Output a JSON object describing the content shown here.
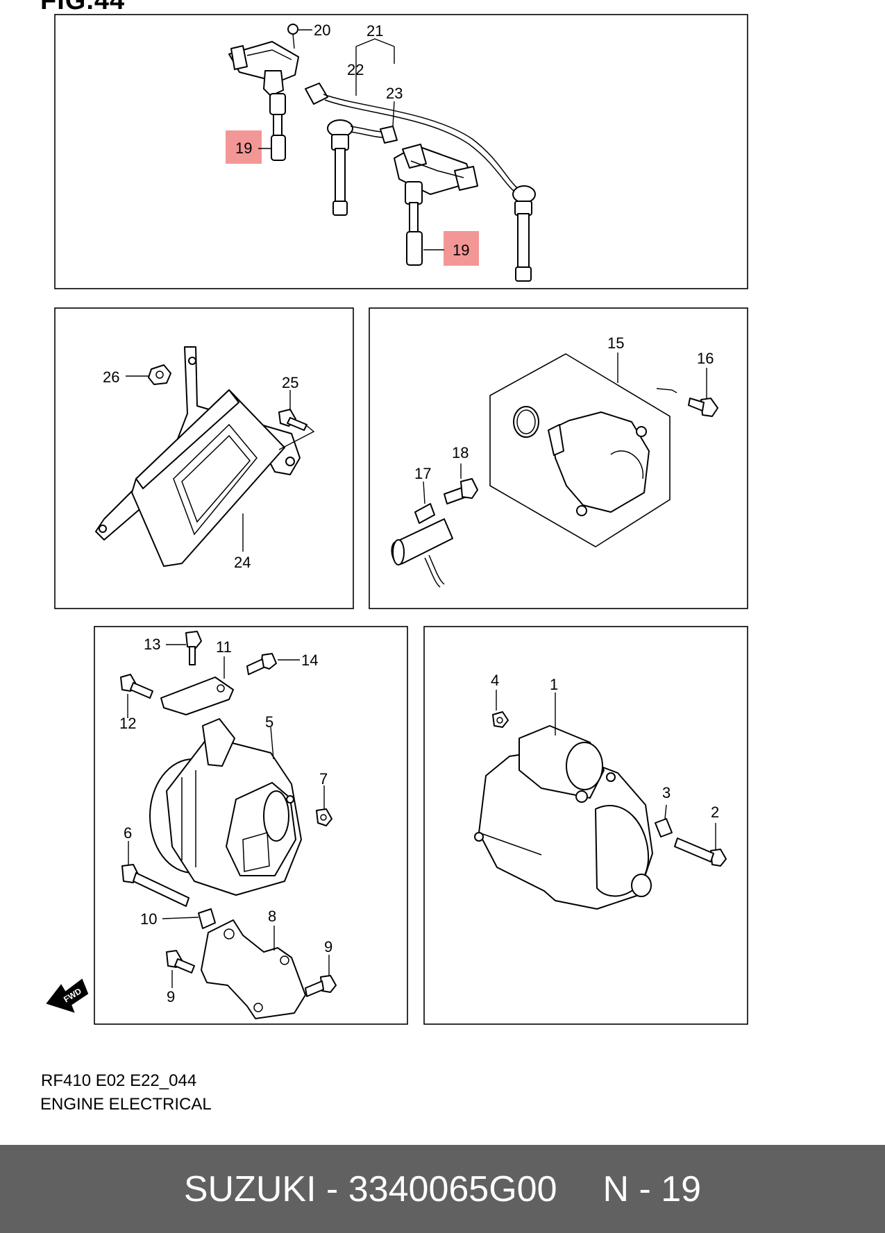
{
  "figure": {
    "title": "FIG.44"
  },
  "callouts": {
    "p19a": "19",
    "p19b": "19",
    "p20": "20",
    "p21": "21",
    "p22": "22",
    "p23": "23",
    "p26": "26",
    "p25": "25",
    "p24": "24",
    "p15": "15",
    "p16": "16",
    "p17": "17",
    "p18": "18",
    "p13": "13",
    "p11": "11",
    "p14": "14",
    "p12": "12",
    "p5": "5",
    "p7": "7",
    "p6": "6",
    "p10": "10",
    "p8": "8",
    "p9a": "9",
    "p9b": "9",
    "p4": "4",
    "p1": "1",
    "p3": "3",
    "p2": "2"
  },
  "fwd_label": "FWD",
  "document": {
    "code": "RF410 E02 E22_044",
    "section": "ENGINE ELECTRICAL"
  },
  "footer": {
    "part_title": "SUZUKI - 3340065G00",
    "ref": "N - 19"
  },
  "colors": {
    "highlight": "#f28b8b",
    "footer_bg": "#616161"
  }
}
